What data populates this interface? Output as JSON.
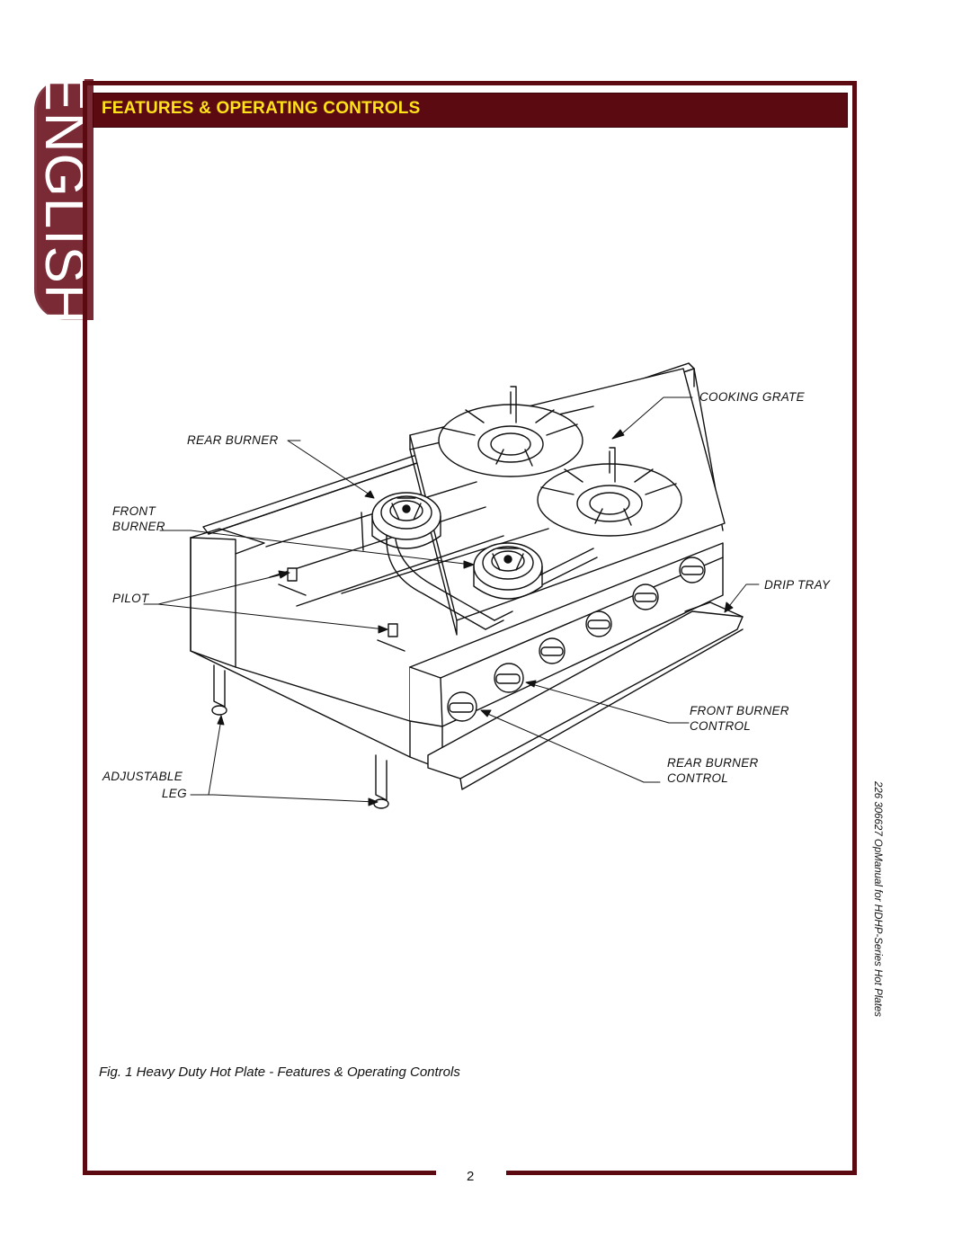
{
  "side_tab": {
    "language": "ENGLISH"
  },
  "header": {
    "title": "FEATURES & OPERATING CONTROLS"
  },
  "figure": {
    "labels": {
      "cooking_grate": "COOKING GRATE",
      "rear_burner": "REAR BURNER",
      "front_burner_line1": "FRONT",
      "front_burner_line2": "BURNER",
      "pilot": "PILOT",
      "drip_tray": "DRIP TRAY",
      "front_burner_control_line1": "FRONT BURNER",
      "front_burner_control_line2": "CONTROL",
      "rear_burner_control_line1": "REAR BURNER",
      "rear_burner_control_line2": "CONTROL",
      "adjustable_leg_line1": "ADJUSTABLE",
      "adjustable_leg_line2": "LEG"
    },
    "caption": "Fig. 1  Heavy Duty Hot Plate - Features & Operating Controls"
  },
  "side_note": "226   306627  OpManual for HDHP-Series Hot Plates",
  "page_number": "2",
  "colors": {
    "frame": "#5c0a12",
    "header_text": "#ffe21a",
    "tab": "#7a2a35"
  }
}
